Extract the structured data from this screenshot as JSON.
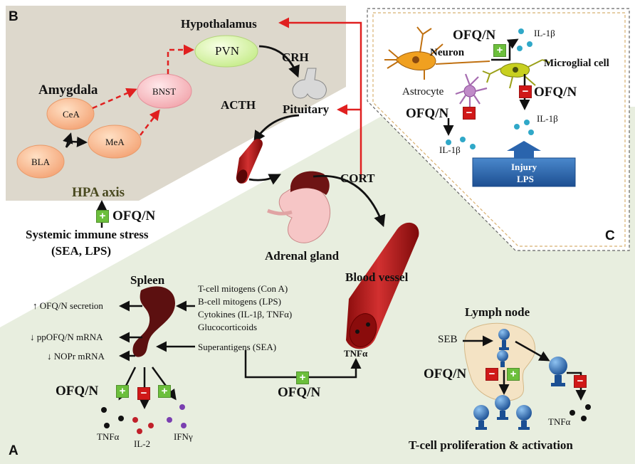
{
  "panel_a": {
    "letter": "A",
    "spleen": {
      "title": "Spleen",
      "inputs": [
        "T-cell mitogens (Con A)",
        "B-cell mitogens (LPS)",
        "Cytokines (IL-1β, TNFα)",
        "Glucocorticoids",
        "Superantigens (SEA)"
      ],
      "outputs": [
        "↑ OFQ/N secretion",
        "↓ ppOFQ/N mRNA",
        "↓ NOPr mRNA"
      ],
      "ofq": "OFQ/N",
      "cytokines": [
        "TNFα",
        "IL-2",
        "IFNγ"
      ],
      "signs": [
        "+",
        "−",
        "+"
      ],
      "colors": {
        "tnf": "#111111",
        "il2": "#c0202a",
        "ifn": "#7a3fb0"
      }
    },
    "blood_vessel": "Blood vessel",
    "vessel_tnf": "TNFα",
    "vessel_ofq": "OFQ/N",
    "vessel_sign": "+",
    "adrenal": "Adrenal gland",
    "cort": "CORT",
    "acth": "ACTH",
    "lymph": {
      "title": "Lymph node",
      "seb": "SEB",
      "ofq": "OFQ/N",
      "signs": [
        "−",
        "+",
        "−"
      ],
      "tnf": "TNFα",
      "caption": "T-cell proliferation & activation"
    }
  },
  "panel_b": {
    "letter": "B",
    "hypothalamus": "Hypothalamus",
    "pvn": "PVN",
    "crh": "CRH",
    "pituitary": "Pituitary",
    "amygdala": "Amygdala",
    "nodes": [
      "CeA",
      "MeA",
      "BLA",
      "BNST"
    ],
    "hpa": "HPA axis",
    "hpa_sign": "+",
    "hpa_ofq": "OFQ/N",
    "stress_line1": "Systemic immune stress",
    "stress_line2": "(SEA, LPS)"
  },
  "panel_c": {
    "letter": "C",
    "neuron": "Neuron",
    "microglia": "Microglial cell",
    "astrocyte": "Astrocyte",
    "ofq": "OFQ/N",
    "il1b": "IL-1β",
    "injury_line1": "Injury",
    "injury_line2": "LPS",
    "signs": [
      "+",
      "−",
      "−"
    ]
  },
  "colors": {
    "panel_b_bg": "#ddd8cc",
    "panel_a_bg": "#e8eedf",
    "red_arrow": "#e02020",
    "plus_green": "#6cbf3c",
    "minus_red": "#d01818",
    "vessel_red": "#b51818",
    "spleen": "#5c1010",
    "tcell_blue": "#2f6fb5",
    "injury_blue": "#2a64ad"
  }
}
